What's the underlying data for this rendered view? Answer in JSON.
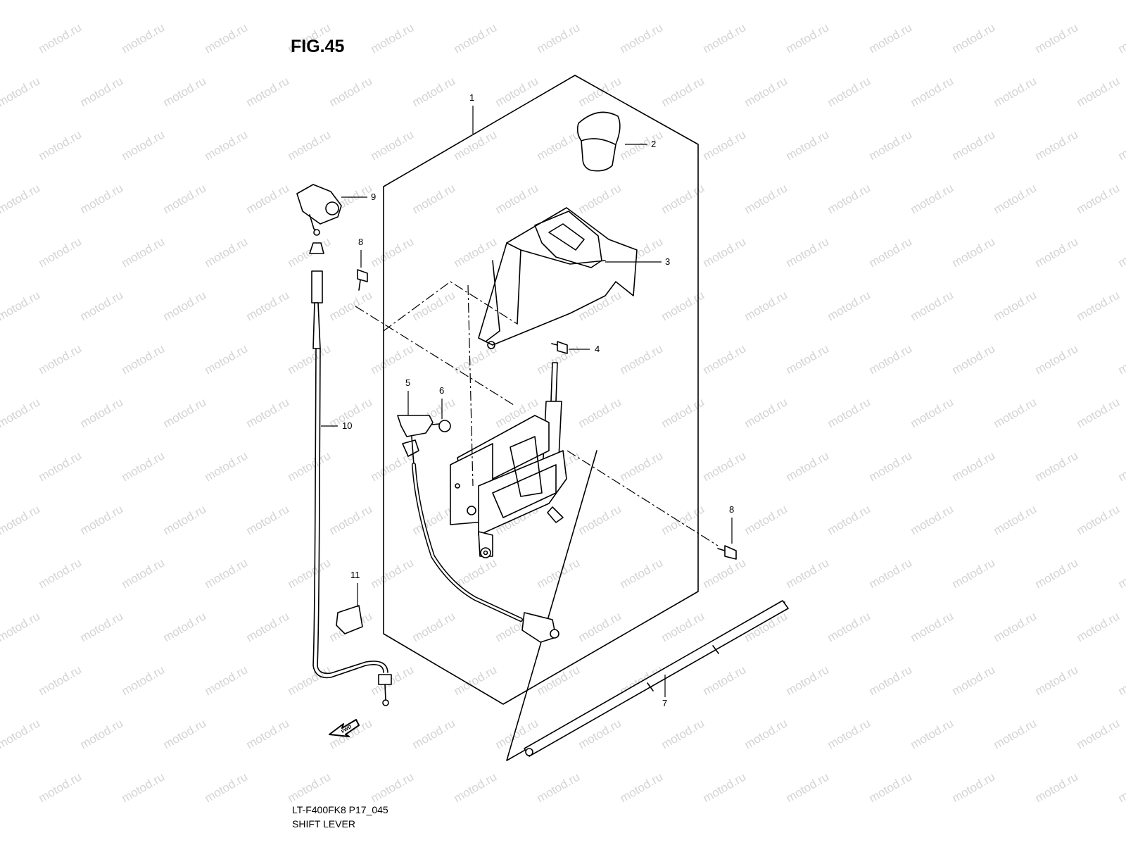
{
  "figure": {
    "title": "FIG.45",
    "code": "LT-F400FK8 P17_045",
    "name": "SHIFT LEVER"
  },
  "watermark": "motod.ru",
  "direction_label": "FWD",
  "callouts": [
    "1",
    "2",
    "3",
    "4",
    "5",
    "6",
    "8",
    "8",
    "9",
    "10",
    "11",
    "7"
  ]
}
